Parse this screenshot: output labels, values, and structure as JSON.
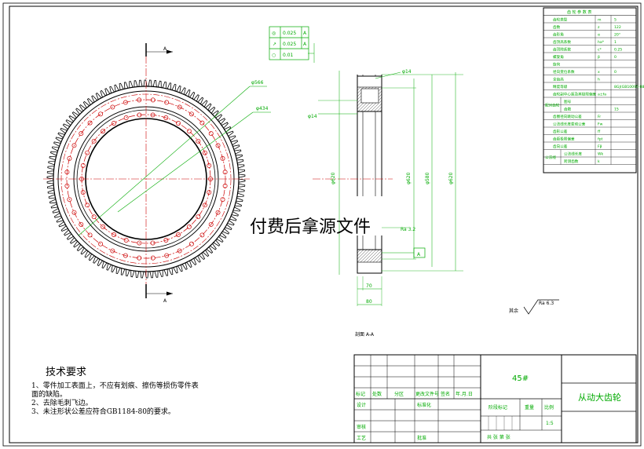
{
  "watermark": "付费后拿源文件",
  "section": {
    "marker": "A",
    "view_label": "剖面  A-A"
  },
  "dims": {
    "d566": "φ566",
    "d434": "φ434",
    "d14_top": "φ14",
    "d14_left": "φ14",
    "d620": "φ620",
    "d580": "φ580",
    "d620b": "φ620",
    "d_left": "φ620",
    "ra": "Ra 3.2",
    "w70": "70",
    "w80": "80",
    "datum": "A"
  },
  "tolerances": [
    {
      "sym": "◎",
      "val": "0.025",
      "ref": "A"
    },
    {
      "sym": "↗",
      "val": "0.025",
      "ref": "A"
    },
    {
      "sym": "○",
      "val": "0.01",
      "ref": ""
    }
  ],
  "roughness": {
    "label": "其余",
    "value": "Ra 6.3"
  },
  "params_table": {
    "header": "齿 轮 参 数 表",
    "rows": [
      {
        "name": "齿轮类型",
        "sym": "m",
        "val": "5"
      },
      {
        "name": "齿数",
        "sym": "z",
        "val": "122"
      },
      {
        "name": "齿形角",
        "sym": "α",
        "val": "20°"
      },
      {
        "name": "齿顶高系数",
        "sym": "ha*",
        "val": "1"
      },
      {
        "name": "齿顶隙系数",
        "sym": "c*",
        "val": "0.25"
      },
      {
        "name": "螺旋角",
        "sym": "β",
        "val": "0"
      },
      {
        "name": "旋向",
        "sym": "",
        "val": ""
      },
      {
        "name": "径向变位系数",
        "sym": "x",
        "val": "0"
      },
      {
        "name": "全齿高",
        "sym": "h",
        "val": ""
      },
      {
        "name": "精度等级",
        "sym": "",
        "val": "8GJ(GB10095-88)"
      },
      {
        "name": "齿轮副中心距及其极限偏差",
        "sym": "a±fa",
        "val": ""
      },
      {
        "name": "图号",
        "sym": "",
        "val": ""
      },
      {
        "name": "齿数",
        "sym": "",
        "val": "15"
      },
      {
        "name": "齿圈径向跳动公差",
        "sym": "Fr",
        "val": ""
      },
      {
        "name": "公法线长度变动公差",
        "sym": "Fw",
        "val": ""
      },
      {
        "name": "齿形公差",
        "sym": "ff",
        "val": ""
      },
      {
        "name": "齿距极限偏差",
        "sym": "fpt",
        "val": ""
      },
      {
        "name": "齿向公差",
        "sym": "Fβ",
        "val": ""
      },
      {
        "name": "公法线长度",
        "sym": "Wk",
        "val": ""
      },
      {
        "name": "跨测齿数",
        "sym": "k",
        "val": ""
      }
    ],
    "group_pair": "配对齿轮",
    "group_check": "公法线"
  },
  "tech": {
    "title": "技术要求",
    "lines": [
      "1、零件加工表面上，不应有划痕、擦伤等损伤零件表",
      "    面的缺陷。",
      "2、去除毛刺飞边。",
      "3、未注形状公差应符合GB1184-80的要求。"
    ]
  },
  "title_block": {
    "material": "45#",
    "part_name": "从动大齿轮",
    "row_labels": [
      "标记",
      "处数",
      "分区",
      "更改文件号",
      "签名",
      "年.月.日"
    ],
    "design": "设计",
    "standard": "标准化",
    "review": "审核",
    "process": "工艺",
    "approve": "批准",
    "stage": "阶段标记",
    "weight": "重量",
    "scale_label": "比例",
    "scale": "1:5",
    "sheets": "共    张    第    张"
  }
}
